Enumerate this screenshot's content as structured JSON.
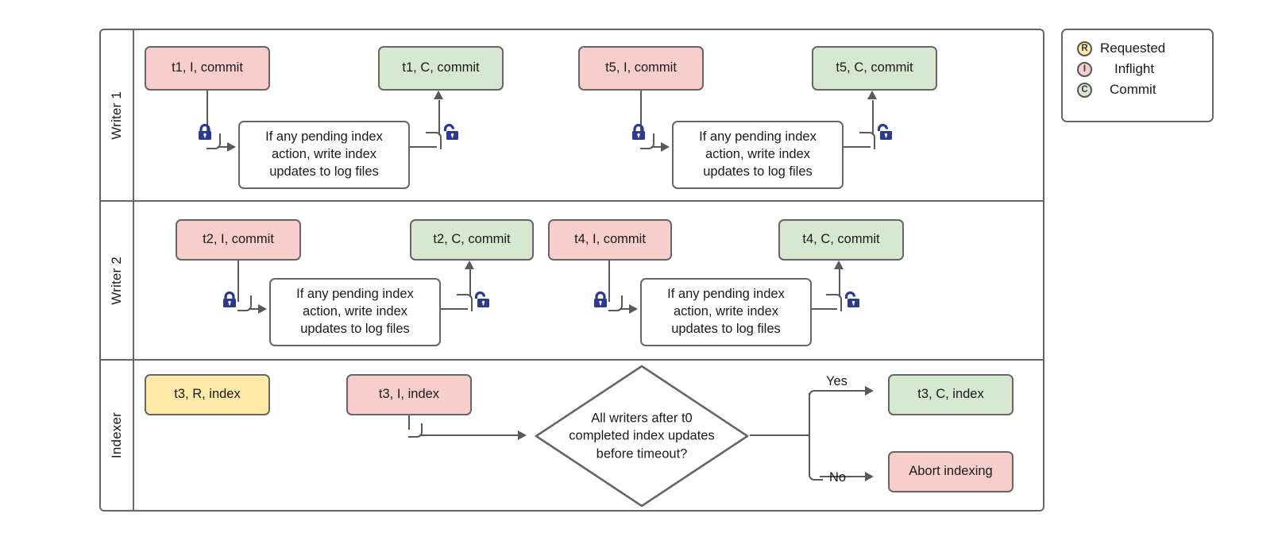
{
  "diagram": {
    "title": "Writer/Indexer concurrency swimlane",
    "colors": {
      "pink": "#f8cecc",
      "green": "#d7e8d0",
      "yellow": "#ffe9a8",
      "white": "#ffffff",
      "stroke": "#666666",
      "connector": "#595959",
      "lock": "#2b3a8f"
    },
    "lanes": [
      {
        "id": "writer1",
        "label": "Writer 1",
        "nodes": [
          {
            "id": "w1-t1-i",
            "label": "t1, I, commit",
            "shape": "rounded-rect",
            "fill": "pink"
          },
          {
            "id": "w1-proc-1",
            "label": "If any pending index action, write index updates to log files",
            "shape": "rounded-rect",
            "fill": "white"
          },
          {
            "id": "w1-t1-c",
            "label": "t1, C, commit",
            "shape": "rounded-rect",
            "fill": "green"
          },
          {
            "id": "w1-t5-i",
            "label": "t5, I, commit",
            "shape": "rounded-rect",
            "fill": "pink"
          },
          {
            "id": "w1-proc-2",
            "label": "If any pending index action, write index updates to log files",
            "shape": "rounded-rect",
            "fill": "white"
          },
          {
            "id": "w1-t5-c",
            "label": "t5, C, commit",
            "shape": "rounded-rect",
            "fill": "green"
          }
        ],
        "locks": [
          {
            "id": "w1-lock-1",
            "state": "locked"
          },
          {
            "id": "w1-unlock-1",
            "state": "unlocked"
          },
          {
            "id": "w1-lock-2",
            "state": "locked"
          },
          {
            "id": "w1-unlock-2",
            "state": "unlocked"
          }
        ]
      },
      {
        "id": "writer2",
        "label": "Writer 2",
        "nodes": [
          {
            "id": "w2-t2-i",
            "label": "t2, I, commit",
            "shape": "rounded-rect",
            "fill": "pink"
          },
          {
            "id": "w2-proc-1",
            "label": "If any pending index action, write index updates to log files",
            "shape": "rounded-rect",
            "fill": "white"
          },
          {
            "id": "w2-t2-c",
            "label": "t2, C, commit",
            "shape": "rounded-rect",
            "fill": "green"
          },
          {
            "id": "w2-t4-i",
            "label": "t4, I, commit",
            "shape": "rounded-rect",
            "fill": "pink"
          },
          {
            "id": "w2-proc-2",
            "label": "If any pending index action, write index updates to log files",
            "shape": "rounded-rect",
            "fill": "white"
          },
          {
            "id": "w2-t4-c",
            "label": "t4, C, commit",
            "shape": "rounded-rect",
            "fill": "green"
          }
        ],
        "locks": [
          {
            "id": "w2-lock-1",
            "state": "locked"
          },
          {
            "id": "w2-unlock-1",
            "state": "unlocked"
          },
          {
            "id": "w2-lock-2",
            "state": "locked"
          },
          {
            "id": "w2-unlock-2",
            "state": "unlocked"
          }
        ]
      },
      {
        "id": "indexer",
        "label": "Indexer",
        "nodes": [
          {
            "id": "ix-t3-r",
            "label": "t3, R, index",
            "shape": "rounded-rect",
            "fill": "yellow"
          },
          {
            "id": "ix-t3-i",
            "label": "t3, I, index",
            "shape": "rounded-rect",
            "fill": "pink"
          },
          {
            "id": "ix-decision",
            "label": "All writers after t0 completed index updates before timeout?",
            "shape": "diamond",
            "fill": "white"
          },
          {
            "id": "ix-t3-c",
            "label": "t3, C, index",
            "shape": "rounded-rect",
            "fill": "green"
          },
          {
            "id": "ix-abort",
            "label": "Abort indexing",
            "shape": "rounded-rect",
            "fill": "pink"
          }
        ],
        "branches": [
          {
            "id": "branch-yes",
            "label": "Yes"
          },
          {
            "id": "branch-no",
            "label": "No"
          }
        ]
      }
    ],
    "process_text": {
      "line1": "If any pending index",
      "line2": "action, write index",
      "line3": "updates to log files"
    },
    "decision_text": {
      "line1": "All writers after t0",
      "line2": "completed index updates",
      "line3": "before timeout?"
    },
    "legend": {
      "items": [
        {
          "glyph": "R",
          "label": "Requested",
          "fill": "#ffe9a8",
          "icon": "requested-state-icon"
        },
        {
          "glyph": "I",
          "label": "Inflight",
          "fill": "#f8cecc",
          "icon": "inflight-state-icon"
        },
        {
          "glyph": "C",
          "label": "Commit",
          "fill": "#d7e8d0",
          "icon": "commit-state-icon"
        }
      ]
    }
  }
}
